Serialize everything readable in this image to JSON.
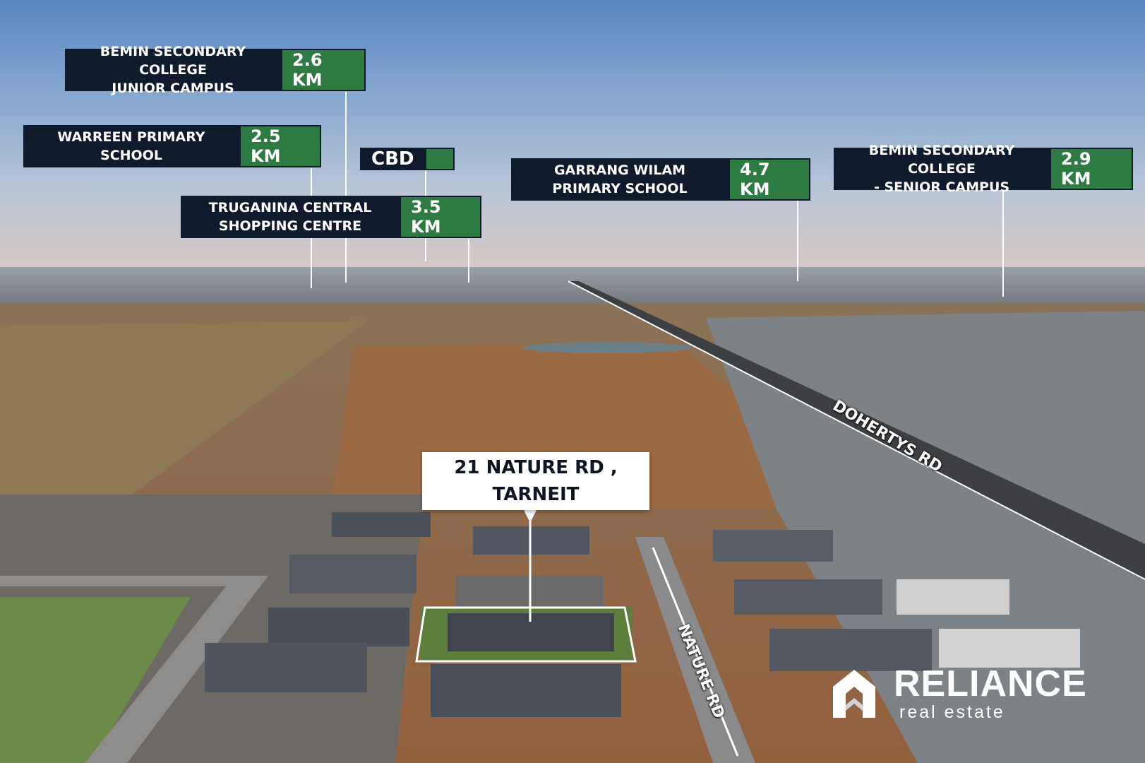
{
  "points_of_interest": [
    {
      "name": "BEMIN SECONDARY COLLEGE\nJUNIOR CAMPUS",
      "distance": "2.6 KM"
    },
    {
      "name": "WARREEN PRIMARY SCHOOL",
      "distance": "2.5 KM"
    },
    {
      "name": "TRUGANINA CENTRAL\nSHOPPING CENTRE",
      "distance": "3.5 KM"
    },
    {
      "name": "GARRANG WILAM\nPRIMARY SCHOOL",
      "distance": "4.7 KM"
    },
    {
      "name": "BEMIN SECONDARY COLLEGE\n- SENIOR CAMPUS",
      "distance": "2.9 KM"
    }
  ],
  "cbd": {
    "name": "CBD"
  },
  "property": {
    "line1": "21 NATURE RD ,",
    "line2": "TARNEIT"
  },
  "roads": {
    "doherty": "DOHERTYS RD",
    "nature": "NATURE RD"
  },
  "brand": {
    "name": "RELIANCE",
    "tagline": "real estate"
  },
  "colors": {
    "label_dark": "#0f1a2c",
    "label_green": "#2e7a43",
    "address_bg": "#ffffff"
  }
}
